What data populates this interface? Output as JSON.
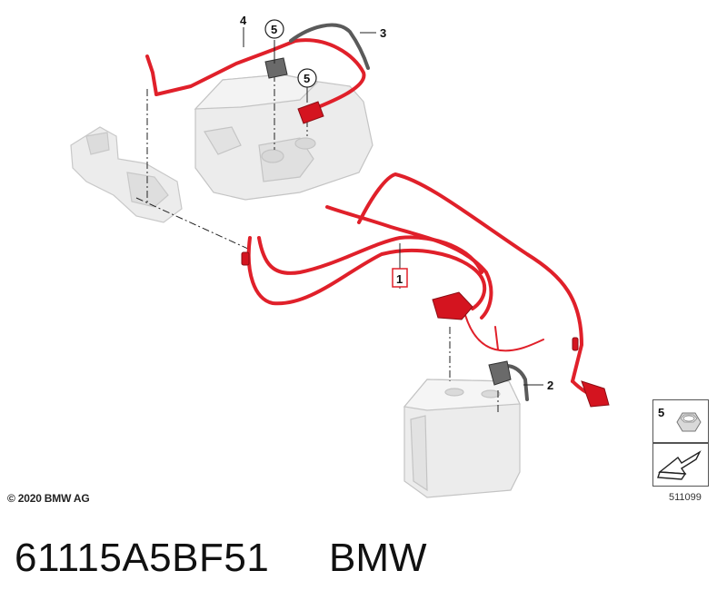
{
  "callouts": {
    "c1": "1",
    "c2": "2",
    "c3": "3",
    "c4": "4",
    "c5a": "5",
    "c5b": "5"
  },
  "legend": {
    "item_number": "5",
    "item_icon": "hex-nut-icon",
    "arrow_icon": "direction-arrow-icon"
  },
  "copyright": "© 2020 BMW AG",
  "diagram_code": "511099",
  "part_number": "61115A5BF51",
  "brand": "BMW",
  "colors": {
    "cable_red": "#e0202a",
    "cable_dark": "#555555",
    "component_grey": "#e6e6e6",
    "outline": "#bdbdbd"
  }
}
